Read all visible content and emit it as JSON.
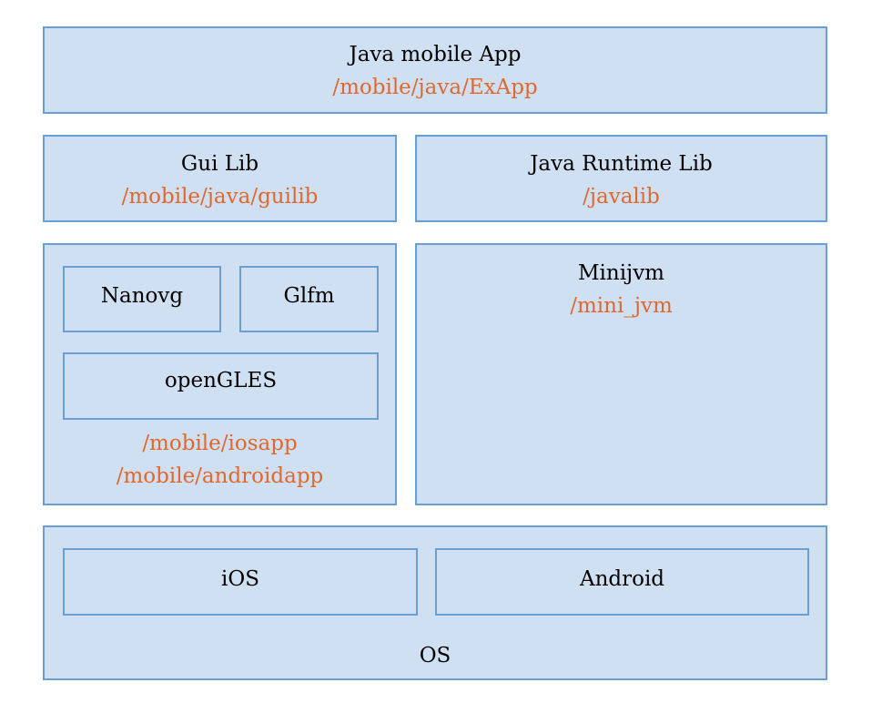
{
  "colors": {
    "box_fill": "#d0e0f3",
    "box_border": "#6a9fd6",
    "title_text": "#000000",
    "path_text": "#e0682e"
  },
  "app": {
    "title": "Java mobile App",
    "path": "/mobile/java/ExApp"
  },
  "gui_lib": {
    "title": "Gui Lib",
    "path": "/mobile/java/guilib"
  },
  "runtime_lib": {
    "title": "Java Runtime Lib",
    "path": "/javalib"
  },
  "graphics": {
    "nanovg": "Nanovg",
    "glfm": "Glfm",
    "opengles": "openGLES",
    "paths": [
      "/mobile/iosapp",
      "/mobile/androidapp"
    ]
  },
  "minijvm": {
    "title": "Minijvm",
    "path": "/mini_jvm"
  },
  "os": {
    "title": "OS",
    "ios": "iOS",
    "android": "Android"
  }
}
